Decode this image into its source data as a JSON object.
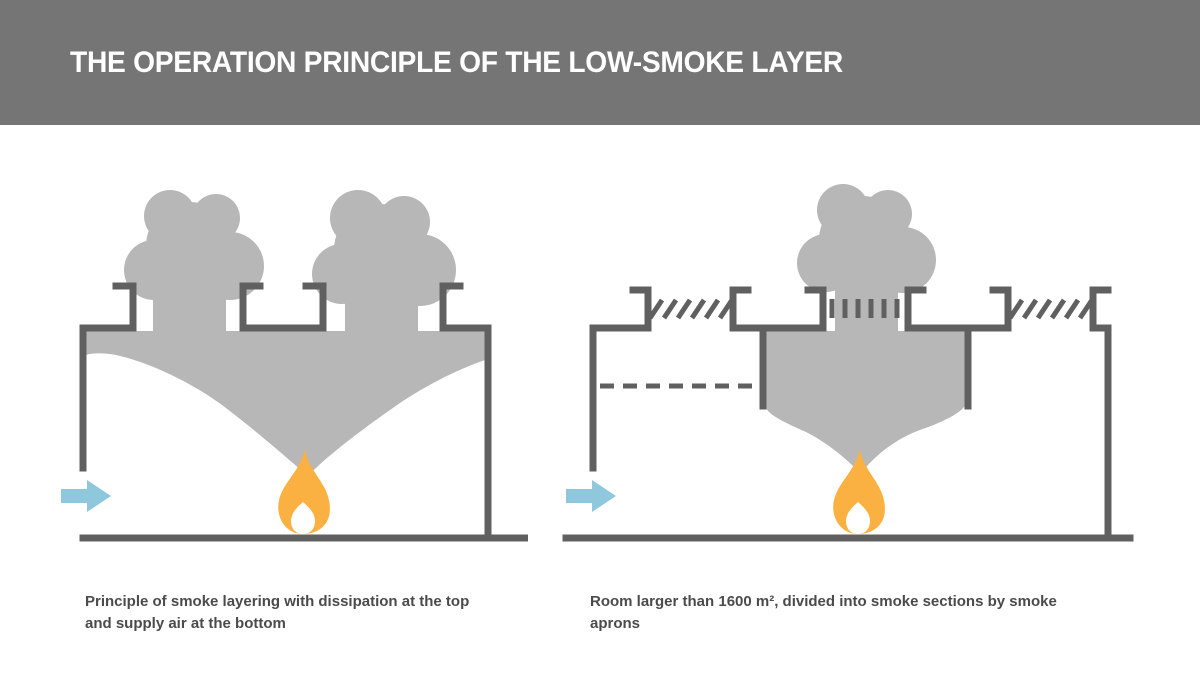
{
  "header": {
    "title": "THE OPERATION PRINCIPLE OF THE LOW-SMOKE LAYER"
  },
  "colors": {
    "header_bg": "#757575",
    "title_text": "#ffffff",
    "wall": "#606060",
    "smoke": "#b7b7b7",
    "flame": "#fbb042",
    "flame_inner": "#ffffff",
    "arrow": "#8fc7dc",
    "caption_text": "#4b4b4b",
    "background": "#ffffff"
  },
  "figures": {
    "left": {
      "caption": "Principle of smoke layering with dissipation at the top and supply air at the bottom"
    },
    "right": {
      "caption": "Room larger than 1600 m², divided into smoke sections by smoke aprons"
    }
  }
}
